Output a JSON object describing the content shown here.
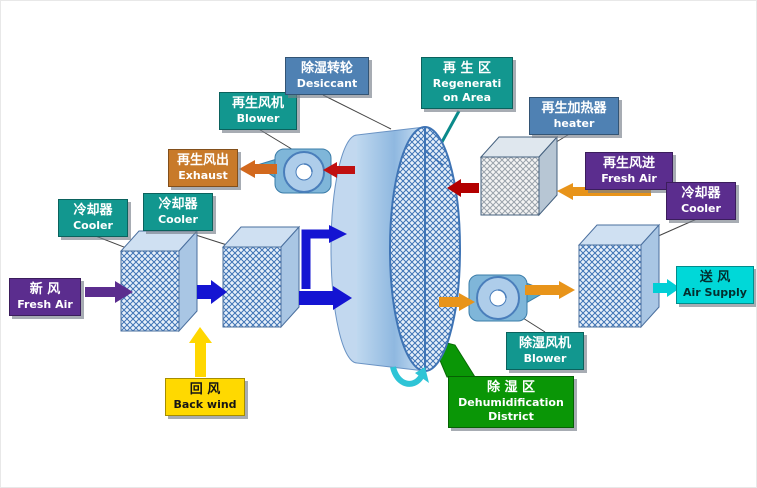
{
  "diagram_title": "Desiccant wheel dehumidification system schematic",
  "palette": {
    "purple": "#5b2d8e",
    "teal": "#12978f",
    "steel_blue": "#4f81b3",
    "orange_box": "#c87a2a",
    "yellow": "#ffd900",
    "green": "#0a9606",
    "cyan": "#00d8d8",
    "arrow_blue": "#1414d2",
    "arrow_purple": "#5b2d8e",
    "arrow_red": "#c01010",
    "arrow_dark_red": "#b30000",
    "arrow_orange": "#e8941a",
    "arrow_yellow": "#ffd700",
    "arrow_cyan": "#00cfd6"
  },
  "labels": {
    "fresh_air": {
      "line1": "新  风",
      "line2": "Fresh Air"
    },
    "cooler_left": {
      "line1": "冷却器",
      "line2": "Cooler"
    },
    "cooler_mid": {
      "line1": "冷却器",
      "line2": "Cooler"
    },
    "cooler_right": {
      "line1": "冷却器",
      "line2": "Cooler"
    },
    "back_wind": {
      "line1": "回  风",
      "line2": "Back wind"
    },
    "exhaust": {
      "line1": "再生风出",
      "line2": "Exhaust"
    },
    "regen_blower": {
      "line1": "再生风机",
      "line2": "Blower"
    },
    "desiccant": {
      "line1": "除湿转轮",
      "line2": "Desiccant"
    },
    "regen_area": {
      "line1": "再 生 区",
      "line2": "Regenerati",
      "line3": "on Area"
    },
    "regen_heater": {
      "line1": "再生加热器",
      "line2": "heater"
    },
    "regen_fresh_air": {
      "line1": "再生风进",
      "line2": "Fresh Air"
    },
    "air_supply": {
      "line1": "送  风",
      "line2": "Air Supply"
    },
    "dehum_blower": {
      "line1": "除湿风机",
      "line2": "Blower"
    },
    "dehum_district": {
      "line1": "除  湿  区",
      "line2": "Dehumidification",
      "line3": "District"
    }
  }
}
